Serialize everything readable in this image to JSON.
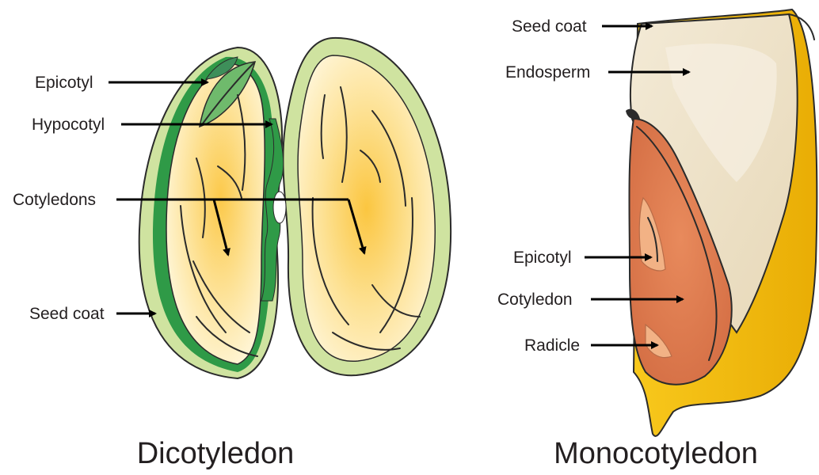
{
  "dicot": {
    "title": "Dicotyledon",
    "labels": {
      "epicotyl": "Epicotyl",
      "hypocotyl": "Hypocotyl",
      "cotyledons": "Cotyledons",
      "seed_coat": "Seed coat"
    }
  },
  "monocot": {
    "title": "Monocotyledon",
    "labels": {
      "seed_coat": "Seed coat",
      "endosperm": "Endosperm",
      "epicotyl": "Epicotyl",
      "cotyledon": "Cotyledon",
      "radicle": "Radicle"
    }
  },
  "colors": {
    "seed_coat_green": "#cfe3a0",
    "embryo_green": "#2e9a4a",
    "cotyledon_yellow": "#fcd86a",
    "cotyledon_cream": "#fff2c8",
    "endosperm_cream": "#efe3c8",
    "monocot_embryo": "#e2875a",
    "monocot_coat": "#f6c51a"
  }
}
